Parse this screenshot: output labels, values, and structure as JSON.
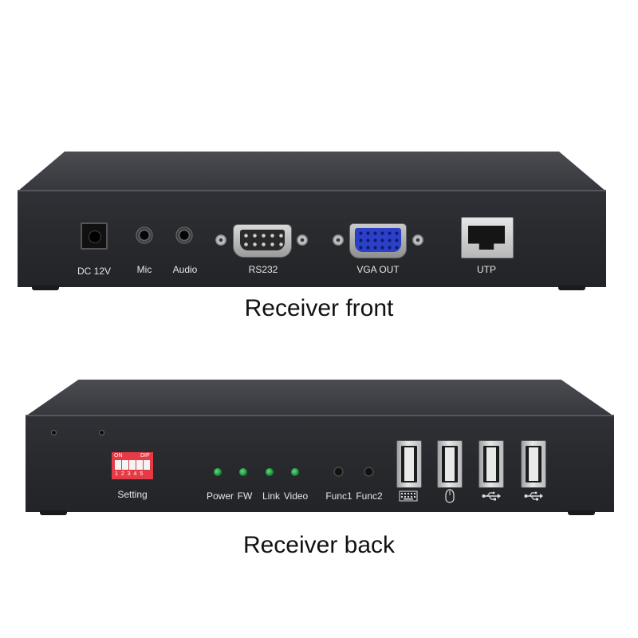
{
  "front": {
    "caption": "Receiver front",
    "labels": {
      "dc": "DC 12V",
      "mic": "Mic",
      "audio": "Audio",
      "rs232": "RS232",
      "vga": "VGA OUT",
      "utp": "UTP"
    }
  },
  "back": {
    "caption": "Receiver back",
    "dip_on": "ON",
    "dip_text": "DIP",
    "dip_numbers": "1 2 3 4 5",
    "labels": {
      "setting": "Setting",
      "power": "Power",
      "fw": "FW",
      "link": "Link",
      "video": "Video",
      "func1": "Func1",
      "func2": "Func2"
    },
    "usb_icons": [
      "keyboard-icon",
      "mouse-icon",
      "usb-icon",
      "usb-icon"
    ]
  },
  "colors": {
    "device_body": "#26282c",
    "led_green": "#2fbf55",
    "dip_red": "#e53b46",
    "vga_blue": "#2b3fc8"
  }
}
